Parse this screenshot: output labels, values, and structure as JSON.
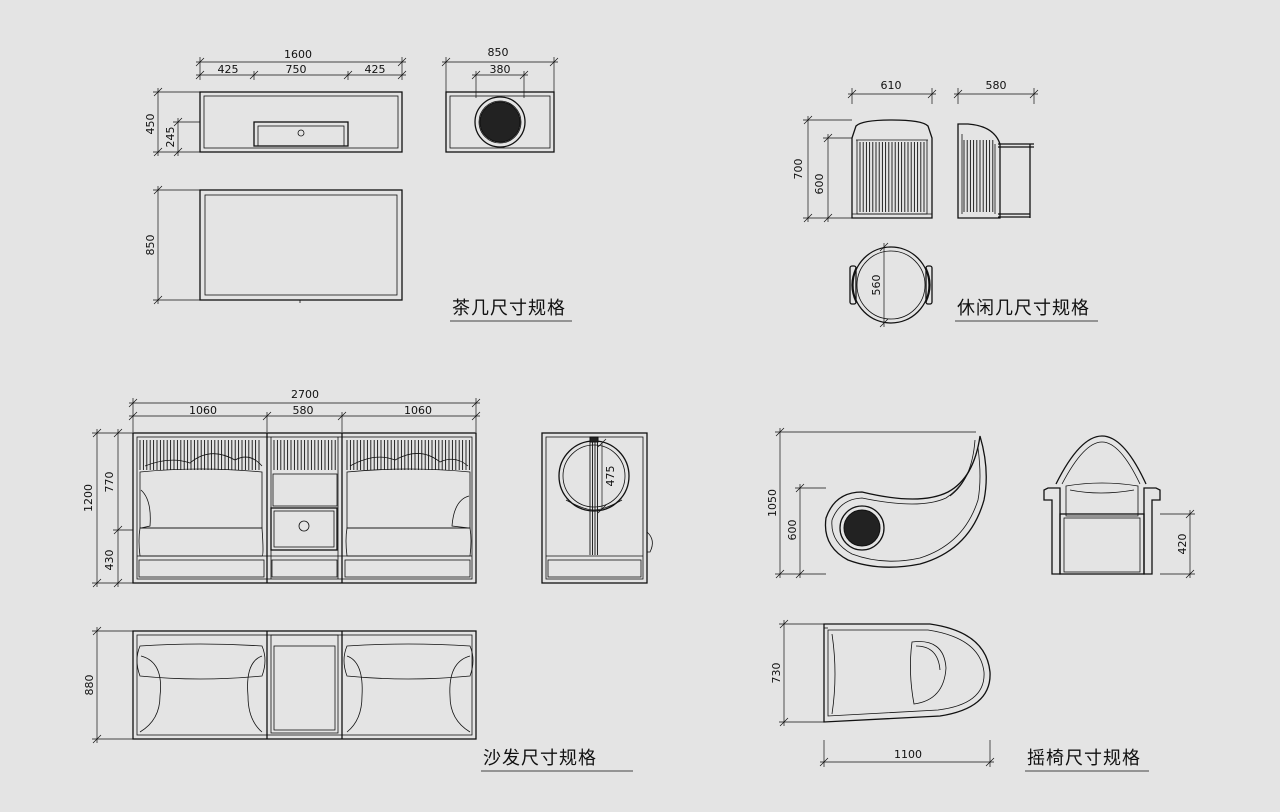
{
  "titles": {
    "tea_table": "茶几尺寸规格",
    "side_table": "休闲几尺寸规格",
    "sofa": "沙发尺寸规格",
    "rocking_chair": "摇椅尺寸规格"
  },
  "dims": {
    "tea_front_total": "1600",
    "tea_front_left": "425",
    "tea_front_mid": "750",
    "tea_front_right": "425",
    "tea_front_height": "450",
    "tea_front_drawer": "245",
    "tea_side_width": "850",
    "tea_side_circle": "380",
    "tea_plan_depth": "850",
    "side_front_width": "610",
    "side_side_width": "580",
    "side_height": "700",
    "side_seat": "600",
    "side_round": "560",
    "sofa_total": "2700",
    "sofa_left": "1060",
    "sofa_mid": "580",
    "sofa_right": "1060",
    "sofa_height": "1200",
    "sofa_upper": "770",
    "sofa_lower": "430",
    "sofa_side_circle": "475",
    "sofa_plan_depth": "880",
    "rock_height": "1050",
    "rock_seat": "600",
    "rock_front_seat": "420",
    "rock_plan_depth": "730",
    "rock_plan_length": "1100"
  }
}
